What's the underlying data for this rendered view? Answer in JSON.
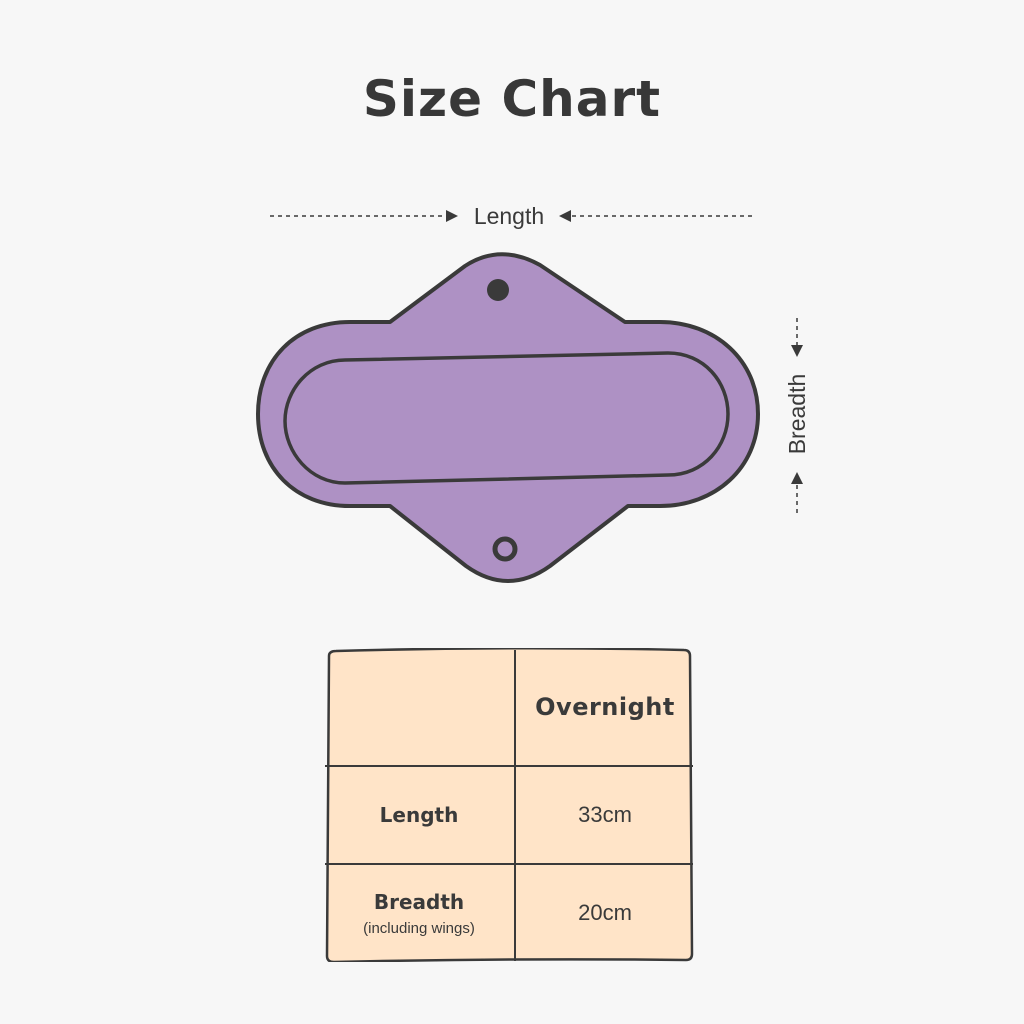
{
  "title": "Size Chart",
  "diagram": {
    "length_label": "Length",
    "breadth_label": "Breadth",
    "colors": {
      "pad_fill": "#ae91c4",
      "outline": "#3a3a3a"
    }
  },
  "table": {
    "columns": [
      "",
      "Overnight"
    ],
    "rows": [
      {
        "label": "Length",
        "sublabel": "",
        "value": "33cm"
      },
      {
        "label": "Breadth",
        "sublabel": "(including wings)",
        "value": "20cm"
      }
    ],
    "colors": {
      "cell_fill": "#ffe4c8",
      "border": "#3a3a3a"
    }
  }
}
